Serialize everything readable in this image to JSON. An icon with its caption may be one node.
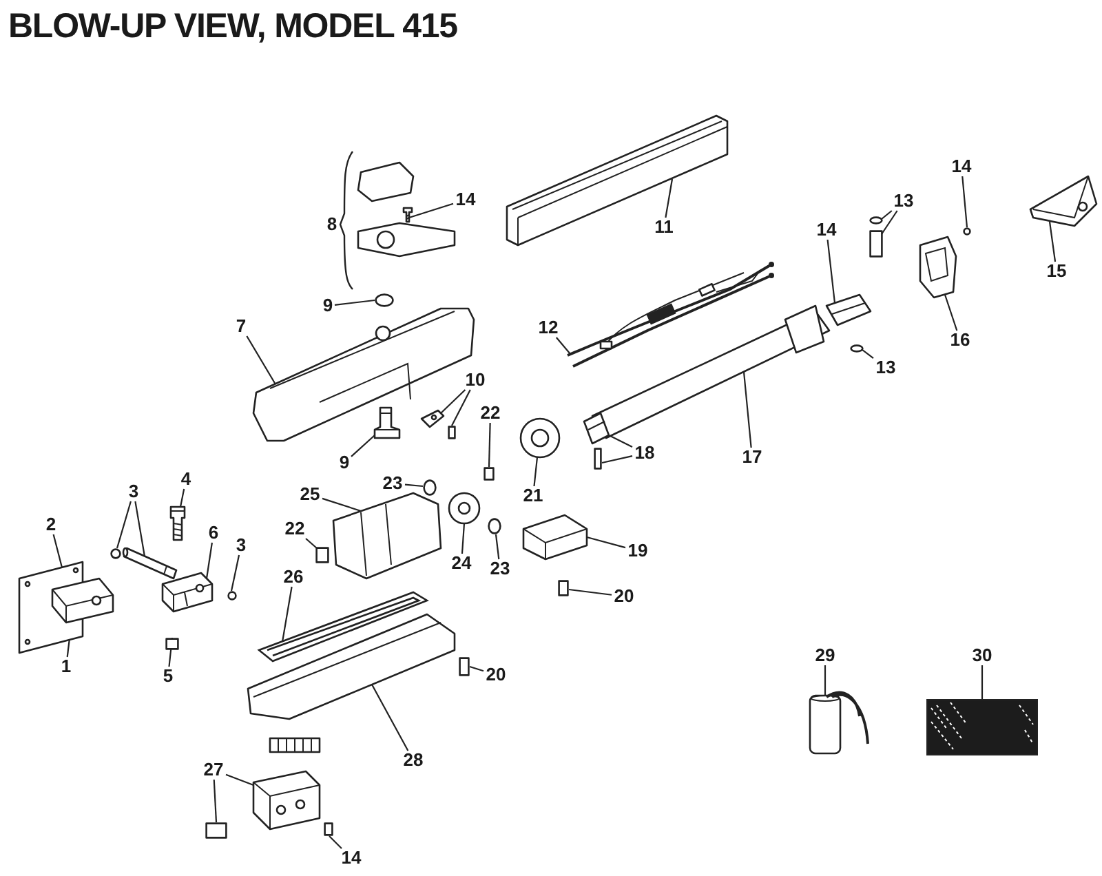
{
  "diagram": {
    "title": "BLOW-UP VIEW, MODEL 415",
    "nodes": [
      {
        "text": [
          "1"
        ]
      },
      {
        "text": [
          "2"
        ]
      },
      {
        "text": [
          "3"
        ]
      },
      {
        "text": [
          "4"
        ]
      },
      {
        "text": [
          "6"
        ]
      },
      {
        "text": [
          "3"
        ]
      },
      {
        "text": [
          "5"
        ]
      },
      {
        "text": [
          "7"
        ]
      },
      {
        "text": [
          "8"
        ]
      },
      {
        "text": [
          "14"
        ]
      },
      {
        "text": [
          "9"
        ]
      },
      {
        "text": [
          "9"
        ]
      },
      {
        "text": [
          "10"
        ]
      },
      {
        "text": [
          "22"
        ]
      },
      {
        "text": [
          "11"
        ]
      },
      {
        "text": [
          "12"
        ]
      },
      {
        "text": [
          "14"
        ]
      },
      {
        "text": [
          "13"
        ]
      },
      {
        "text": [
          "14"
        ]
      },
      {
        "text": [
          "15"
        ]
      },
      {
        "text": [
          "16"
        ]
      },
      {
        "text": [
          "13"
        ]
      },
      {
        "text": [
          "17"
        ]
      },
      {
        "text": [
          "18"
        ]
      },
      {
        "text": [
          "21"
        ]
      },
      {
        "text": [
          "23"
        ]
      },
      {
        "text": [
          "25"
        ]
      },
      {
        "text": [
          "22"
        ]
      },
      {
        "text": [
          "24"
        ]
      },
      {
        "text": [
          "23"
        ]
      },
      {
        "text": [
          "19"
        ]
      },
      {
        "text": [
          "20"
        ]
      },
      {
        "text": [
          "26"
        ]
      },
      {
        "text": [
          "20"
        ]
      },
      {
        "text": [
          "28"
        ]
      },
      {
        "text": [
          "27"
        ]
      },
      {
        "text": [
          "14"
        ]
      },
      {
        "text": [
          "29"
        ]
      },
      {
        "text": [
          "30"
        ]
      },
      {
        "text": [],
        "shape": "picture"
      },
      {
        "text": [],
        "shape": "picture"
      },
      {
        "text": [],
        "shape": "circle"
      },
      {
        "text": [],
        "shape": "picture"
      },
      {
        "text": [],
        "shape": "picture"
      },
      {
        "text": [],
        "shape": "picture"
      },
      {
        "text": [],
        "shape": "circle"
      },
      {
        "text": [],
        "shape": "box"
      },
      {
        "text": [],
        "shape": "picture"
      },
      {
        "text": [],
        "shape": "picture"
      },
      {
        "text": [],
        "shape": "circle"
      },
      {
        "text": [],
        "shape": "picture"
      },
      {
        "text": [],
        "shape": "picture"
      },
      {
        "text": [],
        "shape": "box"
      },
      {
        "text": [],
        "shape": "box"
      },
      {
        "text": [],
        "shape": "picture"
      },
      {
        "text": [],
        "shape": "picture"
      },
      {
        "text": [],
        "shape": "picture"
      },
      {
        "text": [],
        "shape": "circle"
      },
      {
        "text": [],
        "shape": "box"
      },
      {
        "text": [],
        "shape": "circle"
      },
      {
        "text": [],
        "shape": "picture"
      },
      {
        "text": [],
        "shape": "picture"
      },
      {
        "text": [],
        "shape": "circle"
      },
      {
        "text": [],
        "shape": "picture"
      },
      {
        "text": [],
        "shape": "picture"
      },
      {
        "text": [],
        "shape": "box"
      },
      {
        "text": [],
        "shape": "picture"
      },
      {
        "text": [],
        "shape": "circle"
      },
      {
        "text": [],
        "shape": "picture"
      },
      {
        "text": [],
        "shape": "box"
      },
      {
        "text": [],
        "shape": "picture"
      },
      {
        "text": [],
        "shape": "circle"
      },
      {
        "text": [],
        "shape": "picture"
      },
      {
        "text": [],
        "shape": "box"
      },
      {
        "text": [],
        "shape": "picture"
      },
      {
        "text": [],
        "shape": "box"
      },
      {
        "text": [],
        "shape": "picture"
      },
      {
        "text": [],
        "shape": "picture"
      },
      {
        "text": [],
        "shape": "box"
      },
      {
        "text": [],
        "shape": "box"
      },
      {
        "text": [],
        "shape": "picture"
      },
      {
        "text": [],
        "shape": "picture"
      }
    ],
    "edges": [
      {
        "from": 0,
        "to": 40,
        "arrow": "none"
      },
      {
        "from": 1,
        "to": 39,
        "arrow": "none"
      },
      {
        "from": 2,
        "to": 41,
        "arrow": "none"
      },
      {
        "from": 2,
        "to": 42,
        "arrow": "none"
      },
      {
        "from": 3,
        "to": 43,
        "arrow": "none"
      },
      {
        "from": 4,
        "to": 44,
        "arrow": "none"
      },
      {
        "from": 5,
        "to": 45,
        "arrow": "none"
      },
      {
        "from": 6,
        "to": 46,
        "arrow": "none"
      },
      {
        "from": 7,
        "to": 47,
        "arrow": "none"
      },
      {
        "from": 9,
        "to": 48,
        "arrow": "none"
      },
      {
        "from": 10,
        "to": 49,
        "arrow": "none"
      },
      {
        "from": 11,
        "to": 50,
        "arrow": "none"
      },
      {
        "from": 12,
        "to": 51,
        "arrow": "none"
      },
      {
        "from": 12,
        "to": 52,
        "arrow": "none"
      },
      {
        "from": 13,
        "to": 53,
        "arrow": "none"
      },
      {
        "from": 14,
        "to": 54,
        "arrow": "none"
      },
      {
        "from": 15,
        "to": 55,
        "arrow": "none"
      },
      {
        "from": 16,
        "to": 56,
        "arrow": "none"
      },
      {
        "from": 17,
        "to": 57,
        "arrow": "none"
      },
      {
        "from": 17,
        "to": 58,
        "arrow": "none"
      },
      {
        "from": 18,
        "to": 59,
        "arrow": "none"
      },
      {
        "from": 19,
        "to": 60,
        "arrow": "none"
      },
      {
        "from": 20,
        "to": 61,
        "arrow": "none"
      },
      {
        "from": 21,
        "to": 62,
        "arrow": "none"
      },
      {
        "from": 22,
        "to": 63,
        "arrow": "none"
      },
      {
        "from": 23,
        "to": 64,
        "arrow": "none"
      },
      {
        "from": 23,
        "to": 65,
        "arrow": "none"
      },
      {
        "from": 24,
        "to": 66,
        "arrow": "none"
      },
      {
        "from": 25,
        "to": 67,
        "arrow": "none"
      },
      {
        "from": 26,
        "to": 68,
        "arrow": "none"
      },
      {
        "from": 27,
        "to": 69,
        "arrow": "none"
      },
      {
        "from": 28,
        "to": 70,
        "arrow": "none"
      },
      {
        "from": 29,
        "to": 71,
        "arrow": "none"
      },
      {
        "from": 30,
        "to": 72,
        "arrow": "none"
      },
      {
        "from": 31,
        "to": 73,
        "arrow": "none"
      },
      {
        "from": 32,
        "to": 74,
        "arrow": "none"
      },
      {
        "from": 33,
        "to": 75,
        "arrow": "none"
      },
      {
        "from": 34,
        "to": 76,
        "arrow": "none"
      },
      {
        "from": 35,
        "to": 77,
        "arrow": "none"
      },
      {
        "from": 35,
        "to": 78,
        "arrow": "none"
      },
      {
        "from": 36,
        "to": 79,
        "arrow": "none"
      },
      {
        "from": 37,
        "to": 80,
        "arrow": "none"
      },
      {
        "from": 38,
        "to": 81,
        "arrow": "none"
      }
    ]
  }
}
